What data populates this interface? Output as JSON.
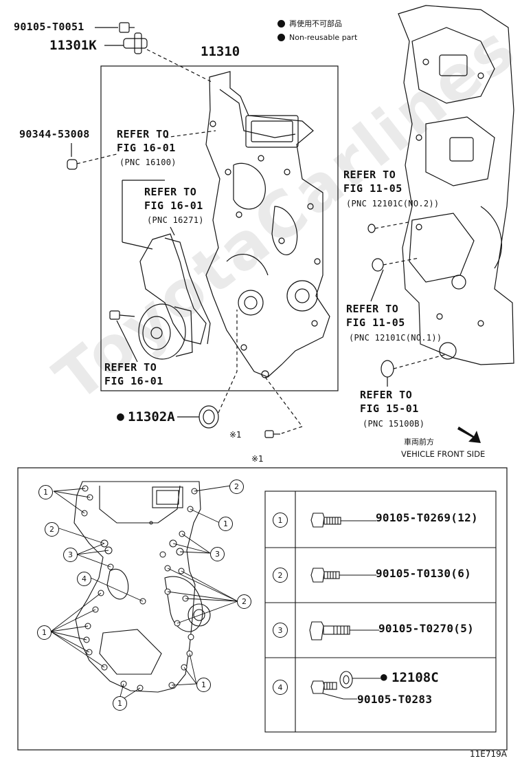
{
  "legend": {
    "jp": "再使用不可部品",
    "en": "Non-reusable part"
  },
  "parts": {
    "bolt_top": "90105-T0051",
    "sensor": "11301K",
    "cover": "11310",
    "plug": "90344-53008",
    "seal": "11302A",
    "seal_marker_note": "●"
  },
  "refs": {
    "r1": {
      "line1": "REFER TO",
      "line2": "FIG 16-01",
      "pnc": "(PNC 16100)"
    },
    "r2": {
      "line1": "REFER TO",
      "line2": "FIG 16-01",
      "pnc": "(PNC 16271)"
    },
    "r3": {
      "line1": "REFER TO",
      "line2": "FIG 16-01"
    },
    "r4": {
      "line1": "REFER TO",
      "line2": "FIG 11-05",
      "pnc": "(PNC 12101C(NO.2))"
    },
    "r5": {
      "line1": "REFER TO",
      "line2": "FIG 11-05",
      "pnc": "(PNC 12101C(NO.1))"
    },
    "r6": {
      "line1": "REFER TO",
      "line2": "FIG 15-01",
      "pnc": "(PNC 15100B)"
    }
  },
  "vehicle": {
    "jp": "車両前方",
    "en": "VEHICLE FRONT SIDE"
  },
  "notes": {
    "mark1": "※1",
    "mark1b": "※1"
  },
  "callouts": [
    "1",
    "2",
    "3",
    "4"
  ],
  "bolt_table": [
    {
      "key": "1",
      "part": "90105-T0269(12)"
    },
    {
      "key": "2",
      "part": "90105-T0130(6)"
    },
    {
      "key": "3",
      "part": "90105-T0270(5)"
    },
    {
      "key": "4",
      "part": "90105-T0283",
      "extra": "12108C"
    }
  ],
  "watermark": "ToyotaCarlines",
  "figure_code": "11E719A"
}
